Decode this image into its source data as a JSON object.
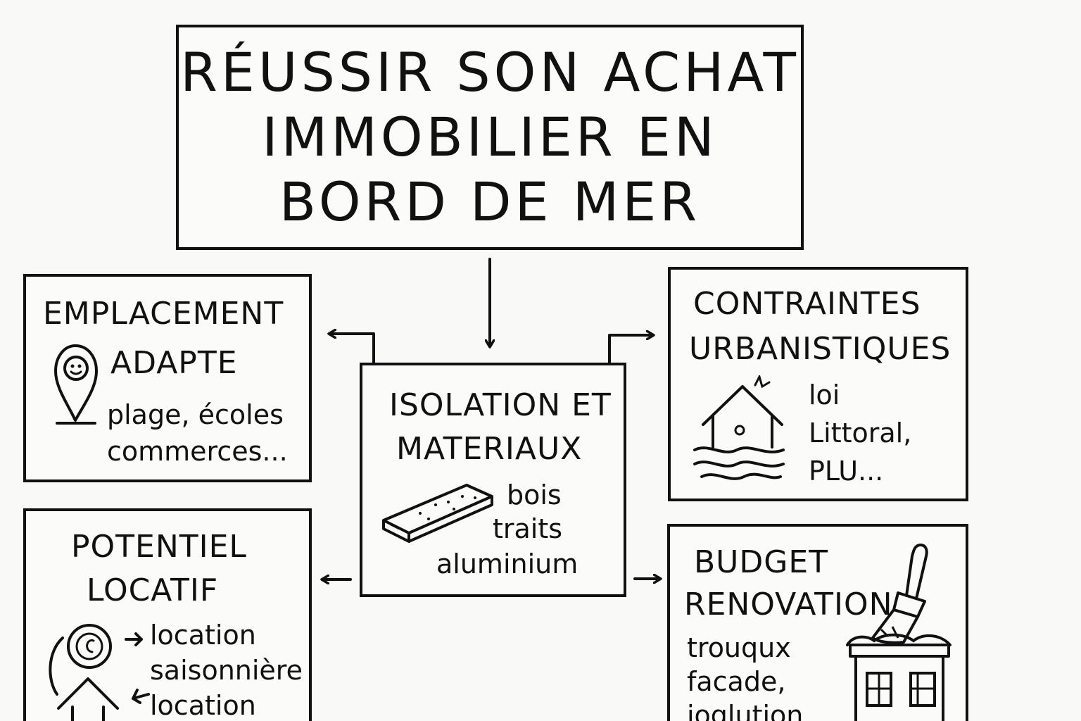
{
  "title": {
    "lines": [
      "RÉUSSIR SON ACHAT",
      "IMMOBILIER EN",
      "BORD DE MER"
    ]
  },
  "nodes": {
    "emplacement": {
      "title_lines": [
        "EMPLACEMENT",
        "ADAPTE"
      ],
      "text_lines": [
        "plage, écoles",
        "commerces..."
      ]
    },
    "isolation": {
      "title_lines": [
        "ISOLATION ET",
        "MATERIAUX"
      ],
      "text_lines": [
        "bois",
        "traits",
        "aluminium"
      ]
    },
    "contraintes": {
      "title_lines": [
        "CONTRAINTES",
        "URBANISTIQUES"
      ],
      "text_lines": [
        "loi",
        "Littoral,",
        "PLU..."
      ]
    },
    "potentiel": {
      "title_lines": [
        "POTENTIEL",
        "LOCATIF"
      ],
      "text_lines": [
        "location",
        "saisonnière",
        "location"
      ]
    },
    "budget": {
      "title_lines": [
        "BUDGET",
        "RENOVATION"
      ],
      "text_lines": [
        "trouqux",
        "facade,",
        "ioglution ..."
      ]
    }
  },
  "icons": {
    "emplacement": "map-pin-icon",
    "isolation": "wood-plank-icon",
    "contraintes": "house-flood-icon",
    "potentiel": "rent-cycle-icon",
    "budget": "paintbrush-building-icon"
  }
}
